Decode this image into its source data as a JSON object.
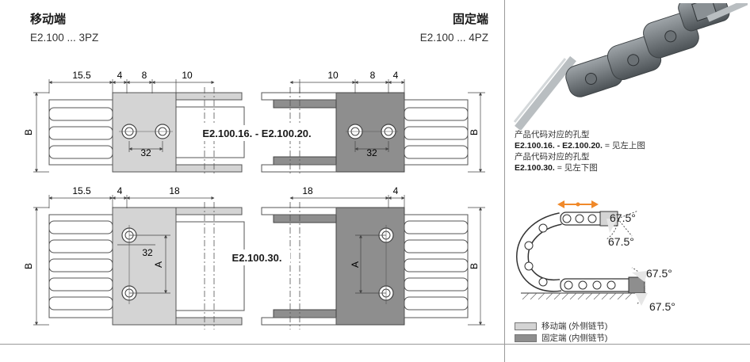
{
  "header": {
    "moving_end_title": "移动端",
    "fixed_end_title": "固定端",
    "moving_end_part": "E2.100 ... 3PZ",
    "fixed_end_part": "E2.100 ... 4PZ"
  },
  "top_drawing": {
    "label": "E2.100.16. - E2.100.20.",
    "dim_left": [
      "15.5",
      "4",
      "8",
      "10"
    ],
    "dim_right": [
      "10",
      "8",
      "4"
    ],
    "hole_pitch_left": "32",
    "hole_pitch_right": "32",
    "height_label": "B"
  },
  "bottom_drawing": {
    "label": "E2.100.30.",
    "dim_left": [
      "15.5",
      "4",
      "18"
    ],
    "dim_right": [
      "18",
      "4"
    ],
    "hole_pitch": "32",
    "spacing_label": "A",
    "height_label": "B"
  },
  "captions": {
    "line1": "产品代码对应的孔型",
    "line2_code": "E2.100.16. - E2.100.20.",
    "line2_rest": " = 见左上图",
    "line3": "产品代码对应的孔型",
    "line4_code": "E2.100.30.",
    "line4_rest": " = 见左下图"
  },
  "bend_diagram": {
    "angles": [
      "67.5°",
      "67.5°",
      "67.5°",
      "67.5°"
    ]
  },
  "legend": {
    "moving": "移动端 (外侧链节)",
    "fixed": "固定端 (内侧链节)"
  },
  "colors": {
    "moving_fill": "#d4d4d4",
    "fixed_fill": "#8e8e8e",
    "accent_arrow": "#f0892a"
  }
}
